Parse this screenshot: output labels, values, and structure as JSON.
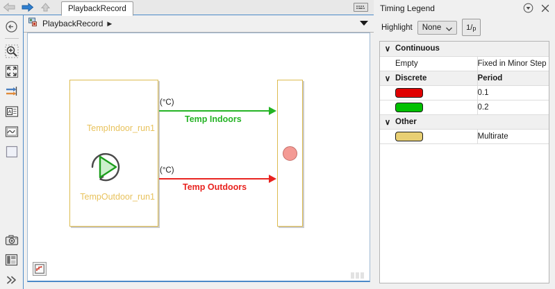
{
  "tabstrip": {
    "back_icon": "back-arrow-icon",
    "forward_icon": "forward-arrow-icon",
    "up_icon": "up-arrow-icon",
    "tab_label": "PlaybackRecord",
    "keyboard_icon": "keyboard-icon"
  },
  "left_toolbar": {
    "items": [
      {
        "icon": "navigate-back-icon",
        "name": "tool-navigate-back"
      },
      {
        "icon": "zoom-in-icon",
        "name": "tool-zoom-in"
      },
      {
        "icon": "fit-to-view-icon",
        "name": "tool-fit-to-view"
      },
      {
        "icon": "signal-lines-icon",
        "name": "tool-signal-lines"
      },
      {
        "icon": "annotation-icon",
        "name": "tool-annotation"
      },
      {
        "icon": "scope-icon",
        "name": "tool-scope"
      },
      {
        "icon": "blank-block-icon",
        "name": "tool-blank-block"
      },
      {
        "icon": "camera-icon",
        "name": "tool-camera"
      },
      {
        "icon": "layout-icon",
        "name": "tool-layout"
      },
      {
        "icon": "chevron-double-right-icon",
        "name": "tool-more"
      }
    ]
  },
  "breadcrumb": {
    "model_icon": "model-hierarchy-icon",
    "label": "PlaybackRecord",
    "caret": "▶",
    "dropdown_icon": "dropdown-triangle-icon"
  },
  "canvas": {
    "source_block": {
      "name": "source-block",
      "signals": [
        {
          "label": "TempIndoor_run1"
        },
        {
          "label": "TempOutdoor_run1"
        }
      ],
      "replay_icon": "replay-play-icon"
    },
    "sink_block": {
      "name": "sink-block",
      "dot_icon": "sink-port-dot-icon"
    },
    "connections": [
      {
        "unit": "(°C)",
        "name": "Temp Indoors",
        "color": "#24b324"
      },
      {
        "unit": "(°C)",
        "name": "Temp Outdoors",
        "color": "#e8231f"
      }
    ],
    "corner_icon": "model-explorer-icon",
    "resize_grip_icon": "resize-grip-icon"
  },
  "legend": {
    "title": "Timing Legend",
    "options_icon": "options-dropdown-icon",
    "close_icon": "close-icon",
    "highlight_label": "Highlight",
    "highlight_value": "None",
    "highlight_caret_icon": "chevron-down-icon",
    "invperiod_numerator": "1",
    "invperiod_denominator": "p",
    "groups": [
      {
        "name": "Continuous",
        "value_header": "",
        "caret": "∨",
        "rows": [
          {
            "swatch_color": null,
            "swatch_text": "Empty",
            "value": "Fixed in Minor Step"
          }
        ]
      },
      {
        "name": "Discrete",
        "value_header": "Period",
        "caret": "∨",
        "rows": [
          {
            "swatch_color": "#e00000",
            "swatch_text": "",
            "value": "0.1"
          },
          {
            "swatch_color": "#00c000",
            "swatch_text": "",
            "value": "0.2"
          }
        ]
      },
      {
        "name": "Other",
        "value_header": "",
        "caret": "∨",
        "rows": [
          {
            "swatch_color": "#e8cf73",
            "swatch_text": "",
            "value": "Multirate"
          }
        ]
      }
    ]
  }
}
